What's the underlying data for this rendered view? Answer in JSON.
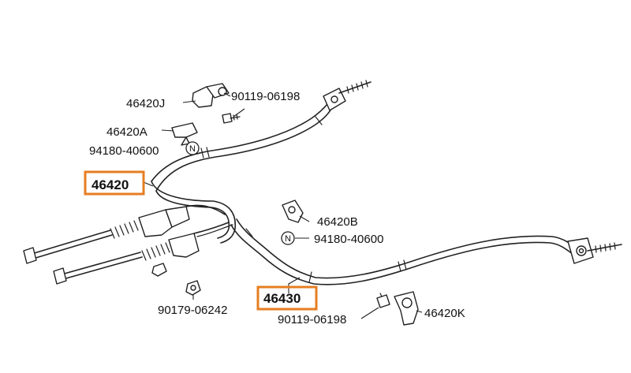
{
  "parts": {
    "p46420J": "46420J",
    "p90119_06198_top": "90119-06198",
    "p46420A": "46420A",
    "p94180_40600_left": "94180-40600",
    "p46420": "46420",
    "p46420B": "46420B",
    "p94180_40600_right": "94180-40600",
    "p90179_06242": "90179-06242",
    "p46430": "46430",
    "p90119_06198_bottom": "90119-06198",
    "p46420K": "46420K"
  },
  "n_mark": "N",
  "highlight_color": "#e67e22"
}
